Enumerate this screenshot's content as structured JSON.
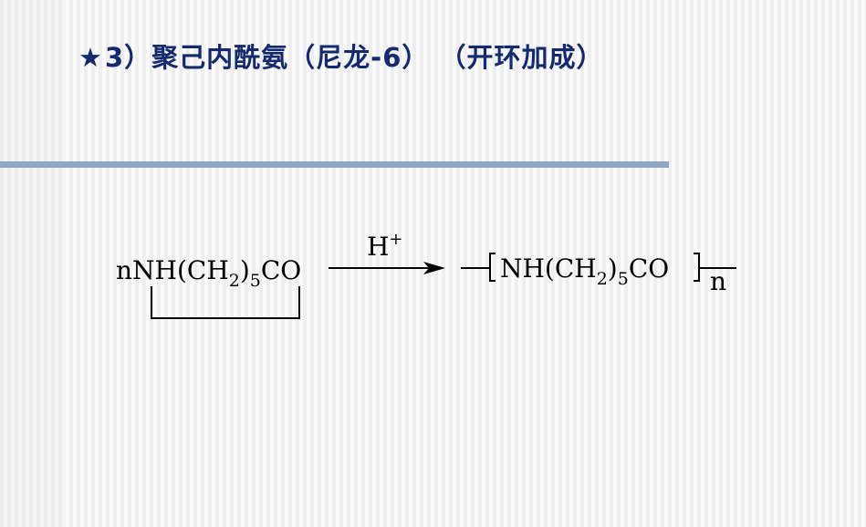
{
  "title": {
    "star": "★",
    "text": "3）聚己内酰氨（尼龙-6） （开环加成）"
  },
  "reaction": {
    "reactant": {
      "coefficient": "n",
      "part1": "NH(CH",
      "sub1": "2",
      "part2": ")",
      "sub2": "5",
      "part3": "CO"
    },
    "catalyst": {
      "base": "H",
      "superscript": "+"
    },
    "product": {
      "part1": "NH(CH",
      "sub1": "2",
      "part2": ")",
      "sub2": "5",
      "part3": "CO",
      "repeat": "n"
    }
  },
  "colors": {
    "title": "#142a6e",
    "rule": "#8fa6c4"
  }
}
